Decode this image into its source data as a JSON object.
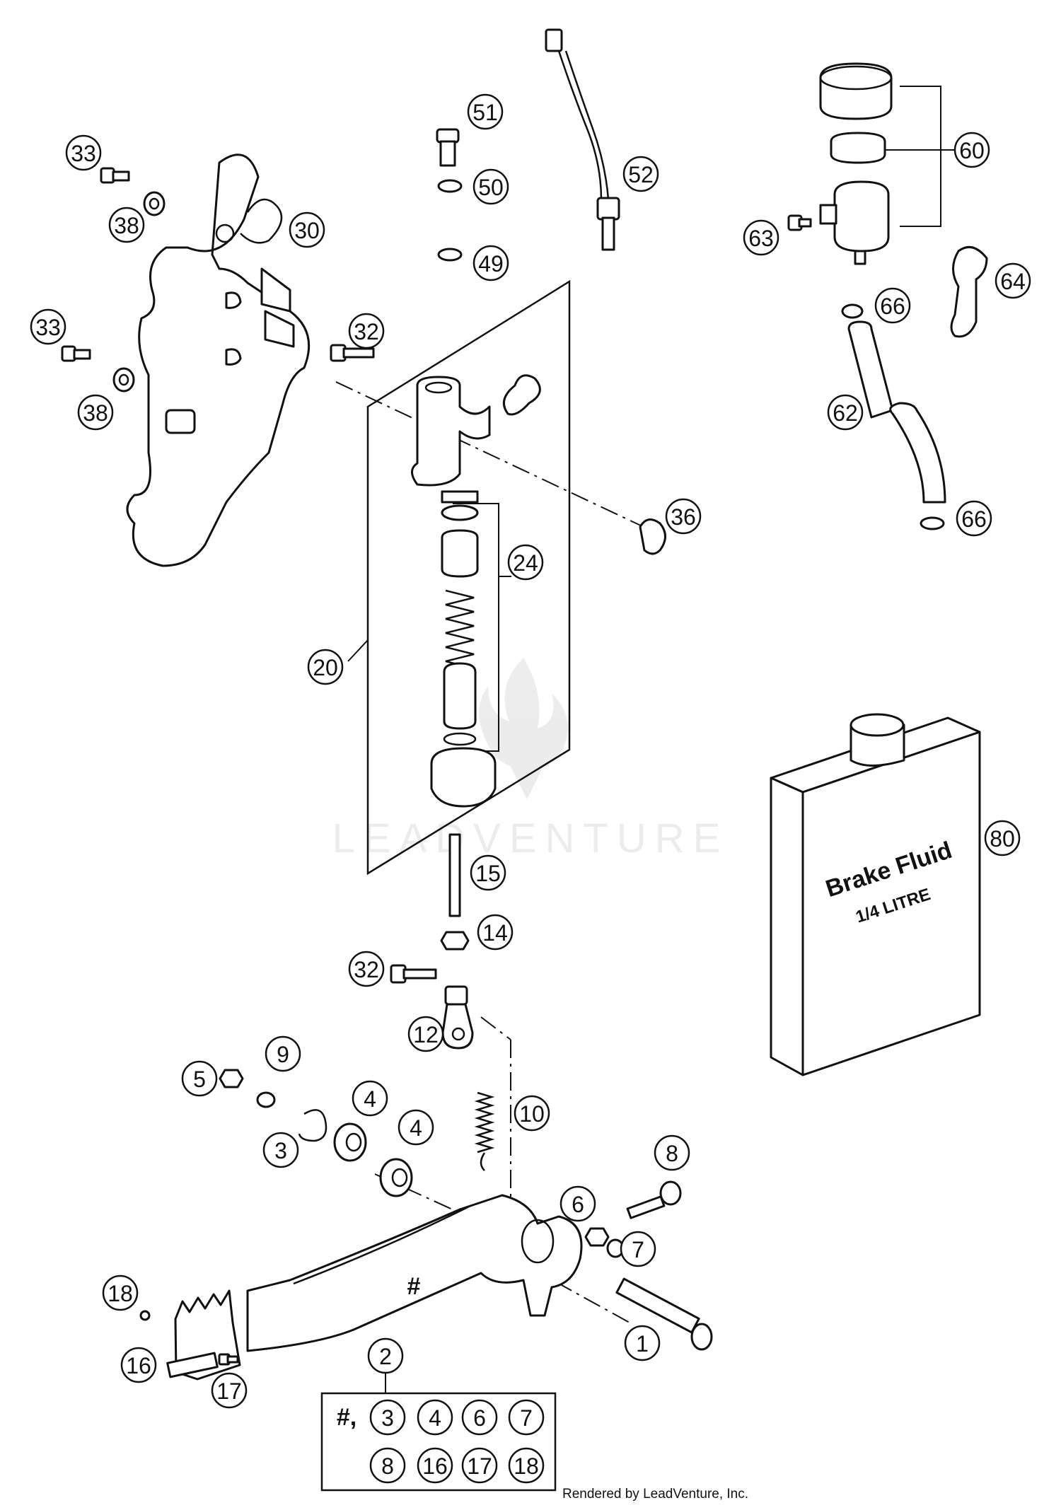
{
  "callouts": [
    {
      "id": "c51",
      "label": "51"
    },
    {
      "id": "c50",
      "label": "50"
    },
    {
      "id": "c49",
      "label": "49"
    },
    {
      "id": "c52",
      "label": "52"
    },
    {
      "id": "c33a",
      "label": "33"
    },
    {
      "id": "c38a",
      "label": "38"
    },
    {
      "id": "c30",
      "label": "30"
    },
    {
      "id": "c33b",
      "label": "33"
    },
    {
      "id": "c38b",
      "label": "38"
    },
    {
      "id": "c32a",
      "label": "32"
    },
    {
      "id": "c60",
      "label": "60"
    },
    {
      "id": "c63",
      "label": "63"
    },
    {
      "id": "c64",
      "label": "64"
    },
    {
      "id": "c66a",
      "label": "66"
    },
    {
      "id": "c62",
      "label": "62"
    },
    {
      "id": "c66b",
      "label": "66"
    },
    {
      "id": "c36",
      "label": "36"
    },
    {
      "id": "c24",
      "label": "24"
    },
    {
      "id": "c20",
      "label": "20"
    },
    {
      "id": "c80",
      "label": "80"
    },
    {
      "id": "c15",
      "label": "15"
    },
    {
      "id": "c14",
      "label": "14"
    },
    {
      "id": "c32b",
      "label": "32"
    },
    {
      "id": "c12",
      "label": "12"
    },
    {
      "id": "c9",
      "label": "9"
    },
    {
      "id": "c5",
      "label": "5"
    },
    {
      "id": "c4a",
      "label": "4"
    },
    {
      "id": "c4b",
      "label": "4"
    },
    {
      "id": "c3",
      "label": "3"
    },
    {
      "id": "c10",
      "label": "10"
    },
    {
      "id": "c8",
      "label": "8"
    },
    {
      "id": "c6",
      "label": "6"
    },
    {
      "id": "c7",
      "label": "7"
    },
    {
      "id": "c18",
      "label": "18"
    },
    {
      "id": "c16",
      "label": "16"
    },
    {
      "id": "c17",
      "label": "17"
    },
    {
      "id": "c1",
      "label": "1"
    },
    {
      "id": "c2",
      "label": "2"
    }
  ],
  "kit": {
    "prefix": "#,",
    "items": [
      "3",
      "4",
      "6",
      "7",
      "8",
      "16",
      "17",
      "18"
    ]
  },
  "lever_mark": "#",
  "bottle": {
    "line1": "Brake Fluid",
    "line2": "1/4 LITRE"
  },
  "watermark": "LEADVENTURE",
  "footer": "Rendered by LeadVenture, Inc."
}
